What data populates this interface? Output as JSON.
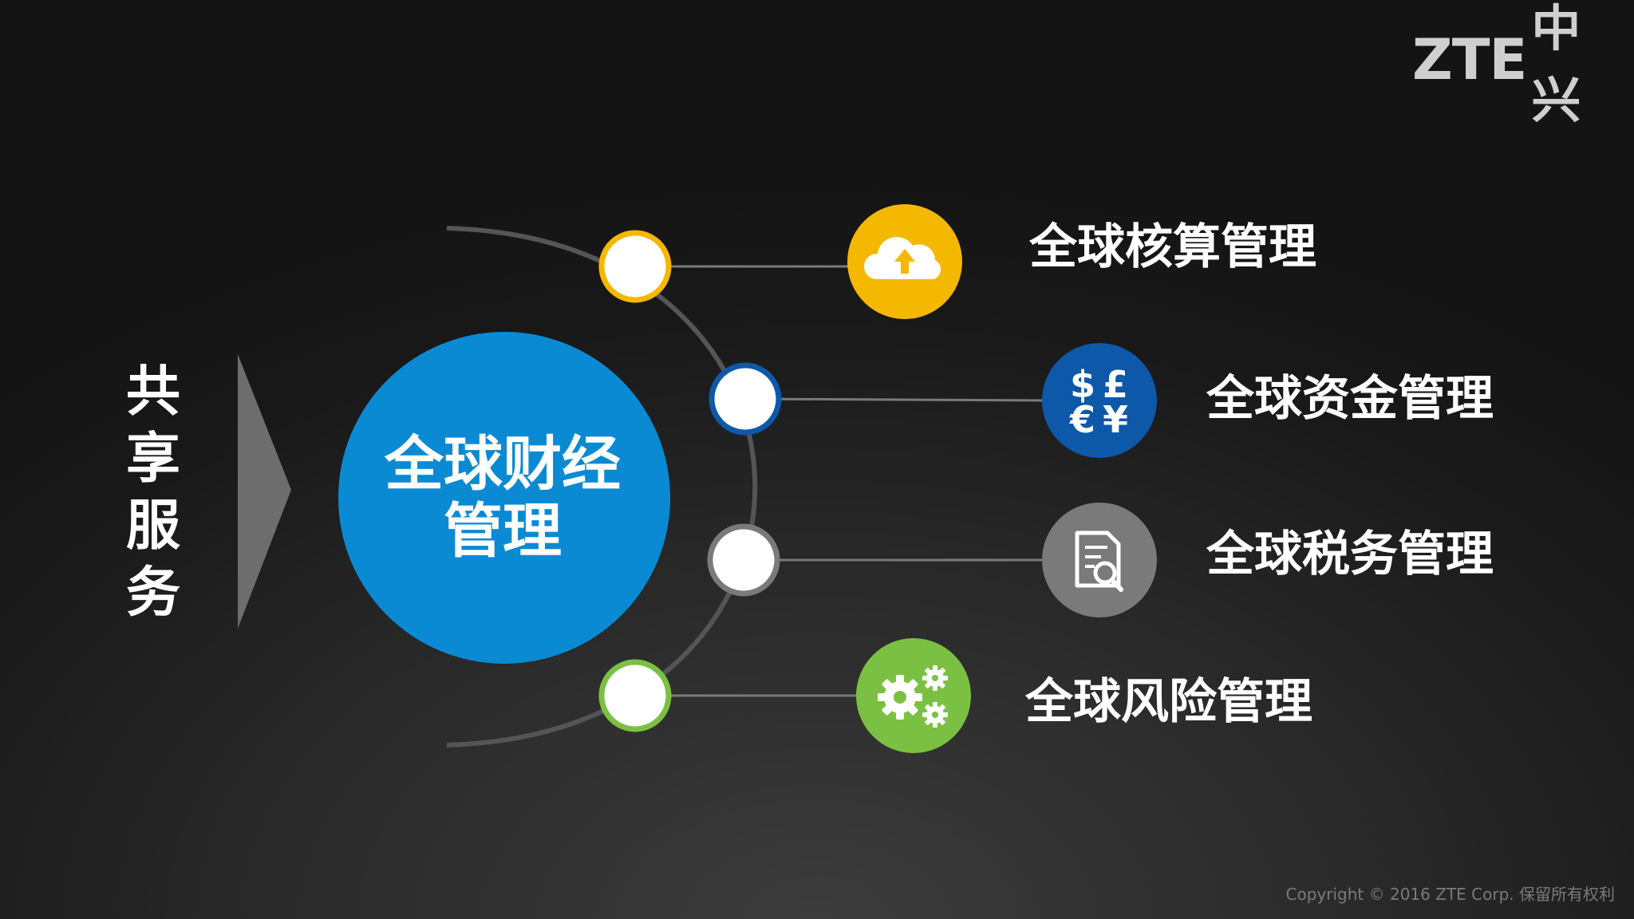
{
  "logo": {
    "latin": "ZTE",
    "cjk": "中兴"
  },
  "side_title": [
    "共",
    "享",
    "服",
    "务"
  ],
  "hub": {
    "line1": "全球财经",
    "line2": "管理",
    "color": "#0a8ad3"
  },
  "items": [
    {
      "label": "全球核算管理",
      "icon": "cloud-upload-icon",
      "color": "#f4b800"
    },
    {
      "label": "全球资金管理",
      "icon": "currency-icon",
      "color": "#0d58a8",
      "currency_symbols": [
        "$",
        "£",
        "€",
        "¥"
      ]
    },
    {
      "label": "全球税务管理",
      "icon": "document-search-icon",
      "color": "#7a7a7a"
    },
    {
      "label": "全球风险管理",
      "icon": "gears-icon",
      "color": "#7bc043"
    }
  ],
  "footer": {
    "copyright": "Copyright © 2016 ZTE Corp. 保留所有权利"
  }
}
